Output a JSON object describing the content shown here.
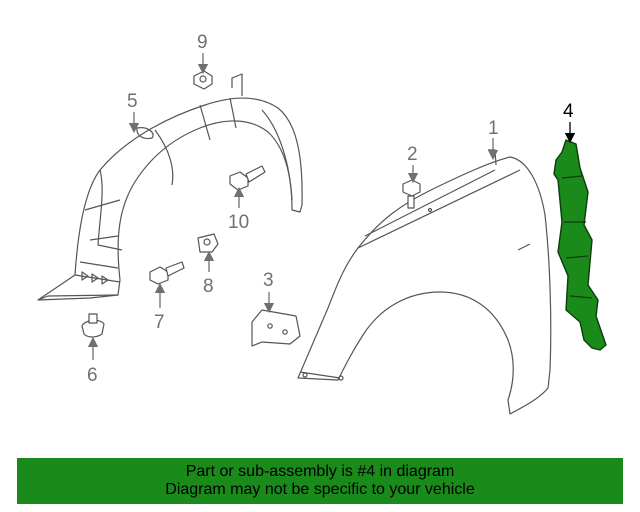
{
  "colors": {
    "highlight_part": "#1a8a1a",
    "banner_background": "#1a8a1a",
    "line_gray": "#555555",
    "callout_gray": "#707070"
  },
  "callouts": {
    "c1": "1",
    "c2": "2",
    "c3": "3",
    "c4": "4",
    "c5": "5",
    "c6": "6",
    "c7": "7",
    "c8": "8",
    "c9": "9",
    "c10": "10"
  },
  "highlighted_part": "4",
  "banner": {
    "line1": "Part or sub-assembly is #4 in diagram",
    "line2": "Diagram may not be specific to your vehicle"
  }
}
